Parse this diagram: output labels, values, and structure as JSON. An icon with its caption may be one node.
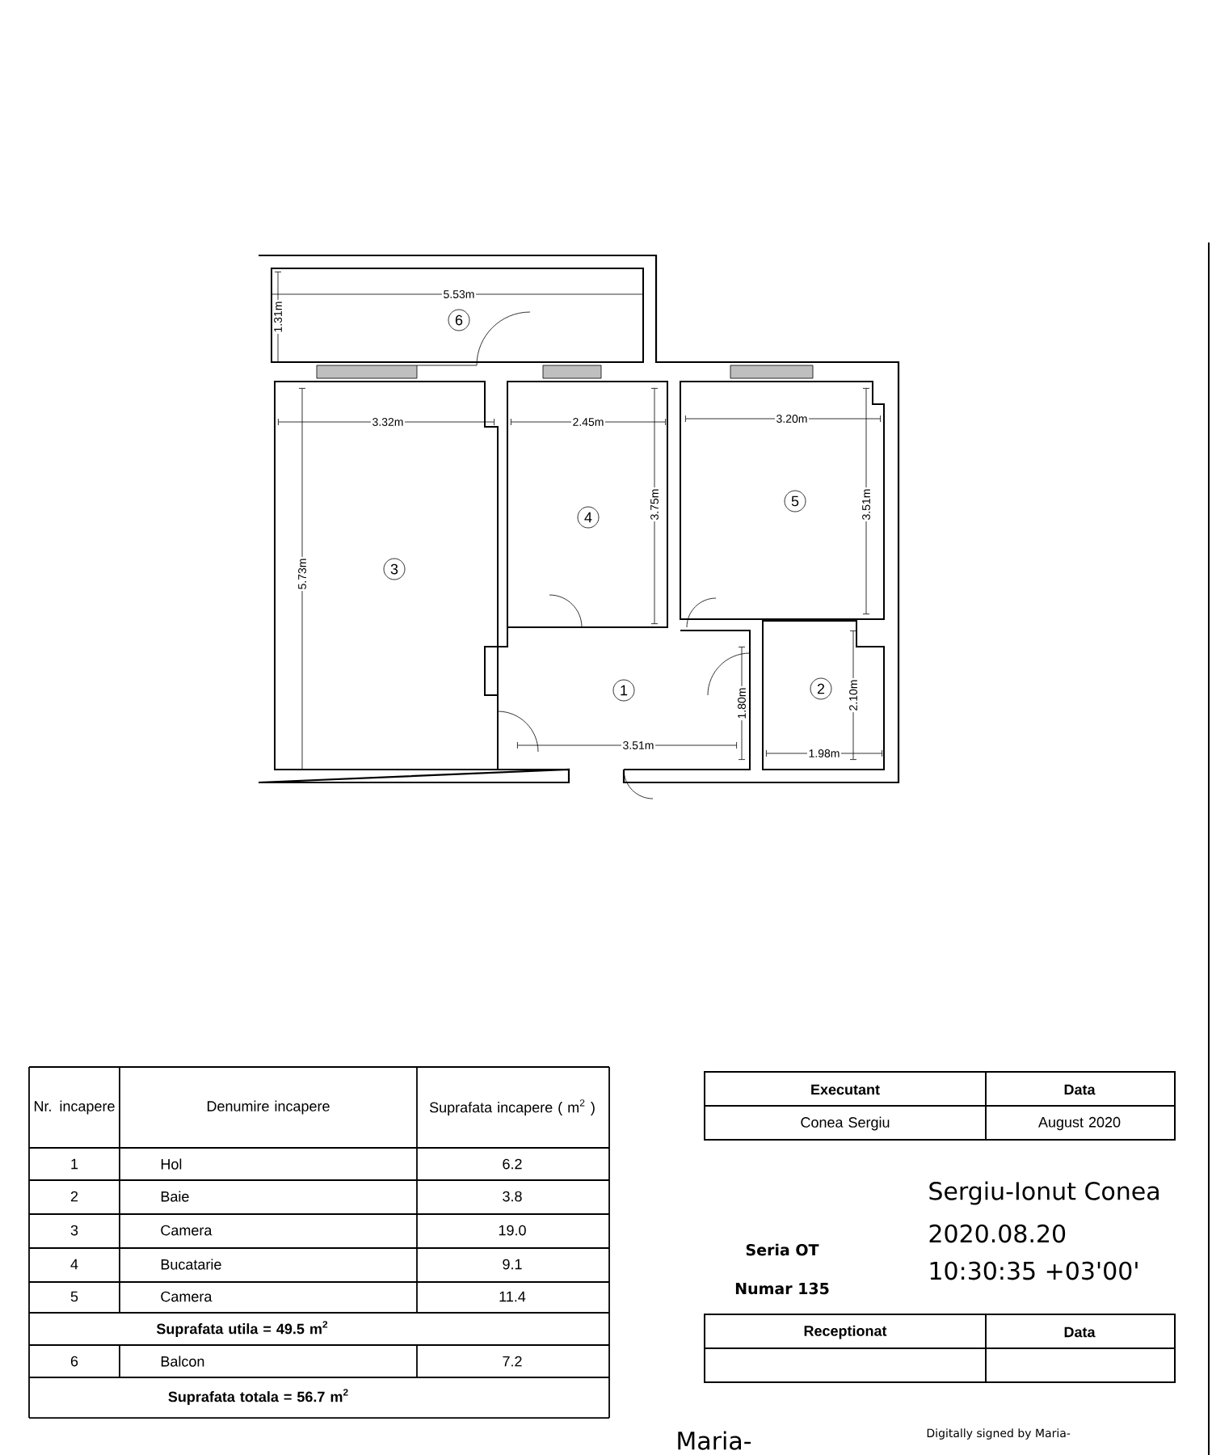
{
  "diagram": {
    "nodes": [
      {
        "text": [
          "6"
        ]
      },
      {
        "text": [
          "3"
        ]
      },
      {
        "text": [
          "4"
        ]
      },
      {
        "text": [
          "5"
        ]
      },
      {
        "text": [
          "1"
        ]
      },
      {
        "text": [
          "2"
        ]
      }
    ],
    "labels": [
      "5.53m",
      "1.31m",
      "3.32m",
      "2.45m",
      "3.20m",
      "3.75m",
      "3.51m",
      "5.73m",
      "1.80m",
      "2.10m",
      "3.51m",
      "1.98m",
      "Nr. incapere",
      "Denumire incapere",
      "Suprafata incapere ( m$^{2}$ )",
      "1",
      "Hol",
      "6.2",
      "2",
      "Baie",
      "3.8",
      "3",
      "Camera",
      "19.0",
      "4",
      "Bucatarie",
      "9.1",
      "5",
      "Camera",
      "11.4",
      "Suprafata utila = 49.5 m$^{2}$",
      "6",
      "Balcon",
      "7.2",
      "Suprafata totala = 56.7 m$^{2}$",
      "Executant",
      "Data",
      "Conea Sergiu",
      "August 2020",
      "Sergiu-Ionut Conea",
      "2020.08.20",
      "10:30:35 +03'00'",
      "Seria OT",
      "Numar 135",
      "Receptionat",
      "Data",
      "Maria-",
      "Digitally signed by Maria-"
    ]
  }
}
